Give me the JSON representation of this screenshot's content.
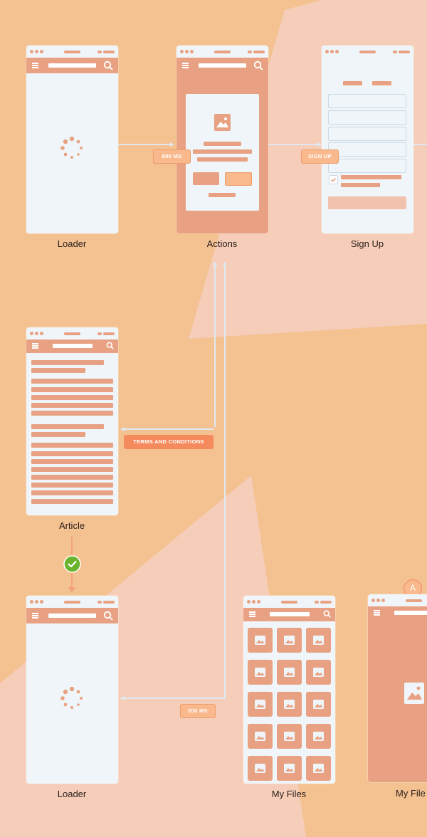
{
  "screens": {
    "loader_top": {
      "label": "Loader"
    },
    "actions": {
      "label": "Actions"
    },
    "signup": {
      "label": "Sign Up"
    },
    "article": {
      "label": "Article"
    },
    "loader_bottom": {
      "label": "Loader"
    },
    "my_files": {
      "label": "My Files"
    },
    "my_file_partial": {
      "label": "My File",
      "badge": "A"
    }
  },
  "transitions": {
    "t1": "800 MS",
    "t2": "SIGN UP",
    "t3": "TERMS AND CONDITIONS",
    "t4": "200 MS"
  },
  "icons": [
    "menu-icon",
    "search-icon",
    "image-icon",
    "spinner-icon",
    "check-icon",
    "checkbox-icon"
  ],
  "colors": {
    "background": "#f4c191",
    "accent": "#e8a283",
    "screen": "#eff5f8",
    "tag_strong": "#f58a5c",
    "tag_light": "#f9b98d",
    "success": "#6ab42d"
  }
}
